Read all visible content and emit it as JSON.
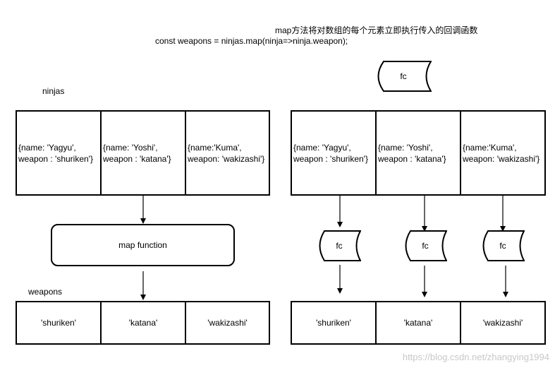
{
  "heading": {
    "chinese_note": "map方法将对数组的每个元素立即执行传入的回调函数",
    "code": "const weapons = ninjas.map(ninja=>ninja.weapon);"
  },
  "left": {
    "ninjas_label": "ninjas",
    "objects": [
      "{name: 'Yagyu',\nweapon : 'shuriken'}",
      "{name: 'Yoshi',\nweapon : 'katana'}",
      "{name:'Kuma',\nweapon: 'wakizashi'}"
    ],
    "map_function_label": "map function",
    "weapons_label": "weapons",
    "results": [
      "'shuriken'",
      "'katana'",
      "'wakizashi'"
    ]
  },
  "right": {
    "fc_top_label": "fc",
    "objects": [
      "{name: 'Yagyu',\nweapon : 'shuriken'}",
      "{name: 'Yoshi',\nweapon : 'katana'}",
      "{name:'Kuma',\nweapon: 'wakizashi'}"
    ],
    "fc_labels": [
      "fc",
      "fc",
      "fc"
    ],
    "results": [
      "'shuriken'",
      "'katana'",
      "'wakizashi'"
    ]
  },
  "watermark": "https://blog.csdn.net/zhangying1994"
}
